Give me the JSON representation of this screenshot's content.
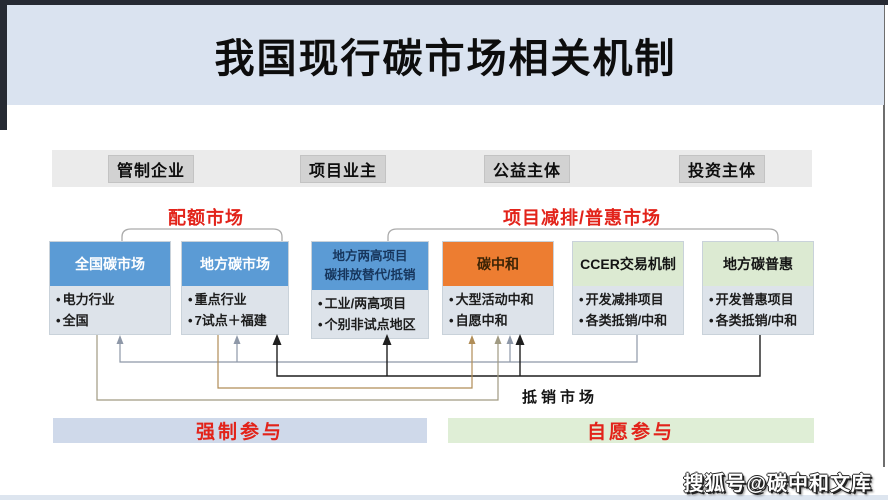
{
  "title": "我国现行碳市场相关机制",
  "actors": [
    {
      "label": "管制企业"
    },
    {
      "label": "项目业主"
    },
    {
      "label": "公益主体"
    },
    {
      "label": "投资主体"
    }
  ],
  "market_groups": {
    "allowance": "配额市场",
    "project": "项目减排/普惠市场",
    "offset": "抵销市场"
  },
  "boxes": [
    {
      "title": "全国碳市场",
      "items": [
        "电力行业",
        "全国"
      ]
    },
    {
      "title": "地方碳市场",
      "items": [
        "重点行业",
        "7试点＋福建"
      ]
    },
    {
      "title": "地方两高项目",
      "title2": "碳排放替代/抵销",
      "items": [
        "工业/两高项目",
        "个别非试点地区"
      ]
    },
    {
      "title": "碳中和",
      "items": [
        "大型活动中和",
        "自愿中和"
      ]
    },
    {
      "title": "CCER交易机制",
      "items": [
        "开发减排项目",
        "各类抵销/中和"
      ]
    },
    {
      "title": "地方碳普惠",
      "items": [
        "开发普惠项目",
        "各类抵销/中和"
      ]
    }
  ],
  "participation": {
    "mandatory": "强制参与",
    "voluntary": "自愿参与"
  },
  "watermark": "搜狐号@碳中和文库",
  "colors": {
    "title_bar": "#dae3f0",
    "allowance_header": "#5b9bd5",
    "neutral_header": "#ed7d31",
    "credit_header": "#dcead2",
    "box_body": "#dde3ea",
    "red_accent": "#e2231a",
    "mandatory_bar": "#cfd9ea",
    "voluntary_bar": "#dfeed6"
  }
}
